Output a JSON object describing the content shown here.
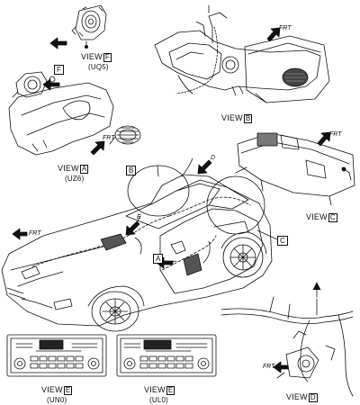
{
  "callouts": {
    "a": "A",
    "b": "B",
    "c": "C",
    "d": "D",
    "e": "E",
    "f": "F"
  },
  "views": {
    "f_uq5": {
      "prefix": "VIEW",
      "letter": "F",
      "sub": "(UQ5)"
    },
    "b": {
      "prefix": "VIEW",
      "letter": "B"
    },
    "a_uz6": {
      "prefix": "VIEW",
      "letter": "A",
      "sub": "(UZ6)"
    },
    "c": {
      "prefix": "VIEW",
      "letter": "C"
    },
    "e_un0": {
      "prefix": "VIEW",
      "letter": "E",
      "sub": "(UN0)"
    },
    "e_ul0": {
      "prefix": "VIEW",
      "letter": "E",
      "sub": "(UL0)"
    },
    "d": {
      "prefix": "VIEW",
      "letter": "D"
    }
  },
  "frt_label": "FRT",
  "colors": {
    "ink": "#111111",
    "background": "#ffffff"
  }
}
